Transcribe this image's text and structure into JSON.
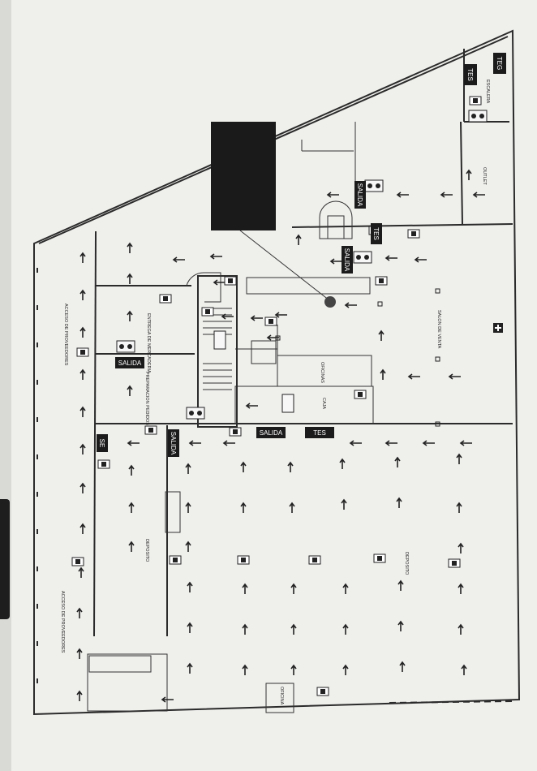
{
  "colors": {
    "paper": "#efefec",
    "ink": "#2b2b2b",
    "sign_bg": "#1b1b1b",
    "redaction": "#1a1a1a"
  },
  "signs": {
    "teg": "TEG",
    "tes_top": "TES",
    "salida_1": "SALIDA",
    "salida_2": "SALIDA",
    "tes_mid": "TES",
    "salida_left": "SALIDA",
    "se": "SE",
    "salida_bottom_left": "SALIDA",
    "salida_bottom": "SALIDA",
    "tes_bottom": "TES"
  },
  "rooms": {
    "deposito_left": "DEPOSITO",
    "deposito_right": "DEPOSITO",
    "salon_de_venta": "SALON DE VENTA",
    "outlet": "OUTLET",
    "escalera": "ESCALERA",
    "entrega_de_mercaderia": "ENTREGA DE MERCADERIA",
    "preparacion_pedidos": "PREPARACION PEDIDOS",
    "oficinas": "OFICINAS",
    "caja": "CAJA",
    "oficina": "OFICINA",
    "acceso_proveedores_1": "ACCESO DE PROVEEDORES",
    "acceso_proveedores_2": "ACCESO DE PROVEEDORES"
  }
}
